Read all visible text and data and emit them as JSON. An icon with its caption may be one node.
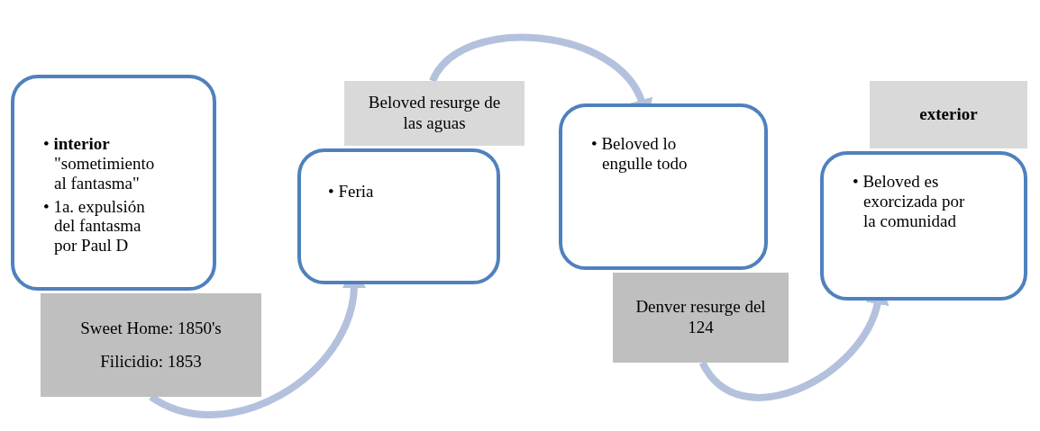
{
  "diagram": {
    "nodes": [
      {
        "text": [
          "• **interior** \"sometimiento al fantasma\"",
          "• 1a. expulsión del fantasma por Paul D"
        ]
      },
      {
        "text": [
          "Sweet Home: 1850's",
          "Filicidio: 1853"
        ]
      },
      {
        "text": [
          "• Feria"
        ]
      },
      {
        "text": [
          "Beloved resurge de las aguas"
        ]
      },
      {
        "text": [
          "• Beloved lo engulle todo"
        ]
      },
      {
        "text": [
          "Denver resurge del 124"
        ]
      },
      {
        "text": [
          "• Beloved es exorcizada por la comunidad"
        ]
      },
      {
        "text": [
          "exterior"
        ]
      }
    ],
    "edges": [
      {
        "from": 1,
        "to": 2,
        "arrow": "to"
      },
      {
        "from": 3,
        "to": 4,
        "arrow": "to"
      },
      {
        "from": 5,
        "to": 6,
        "arrow": "to"
      }
    ]
  }
}
